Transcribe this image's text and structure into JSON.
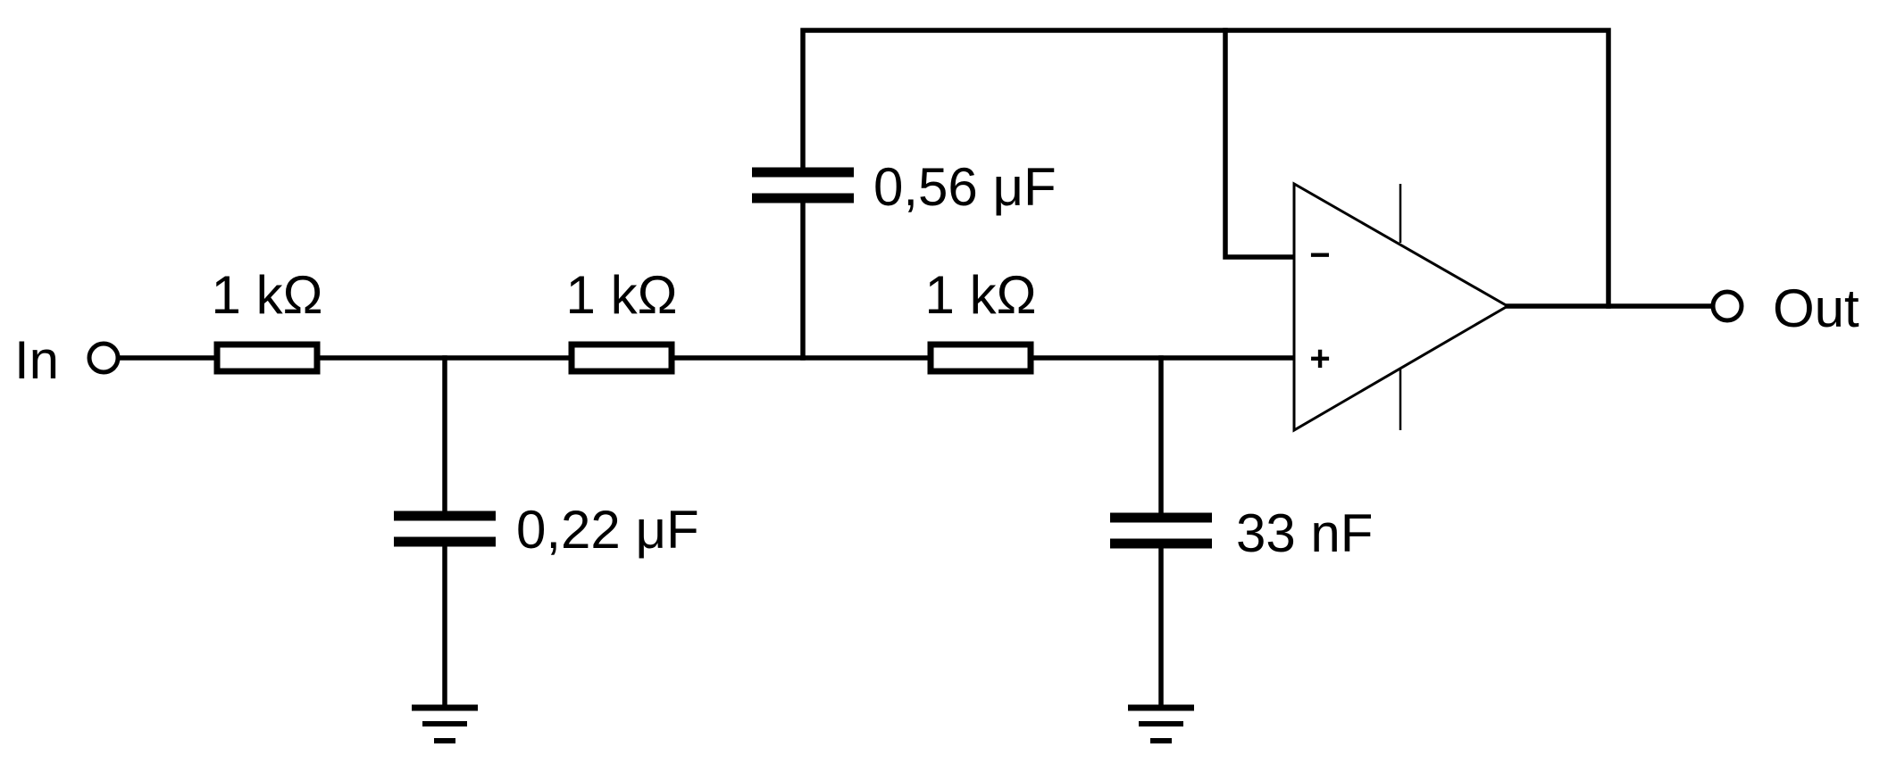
{
  "components": {
    "input_label": "In",
    "output_label": "Out",
    "r1_value": "1 kΩ",
    "r2_value": "1 kΩ",
    "r3_value": "1 kΩ",
    "c1_value": "0,22 μF",
    "c2_value": "0,56 μF",
    "c3_value": "33 nF",
    "opamp_minus": "−",
    "opamp_plus": "+"
  }
}
